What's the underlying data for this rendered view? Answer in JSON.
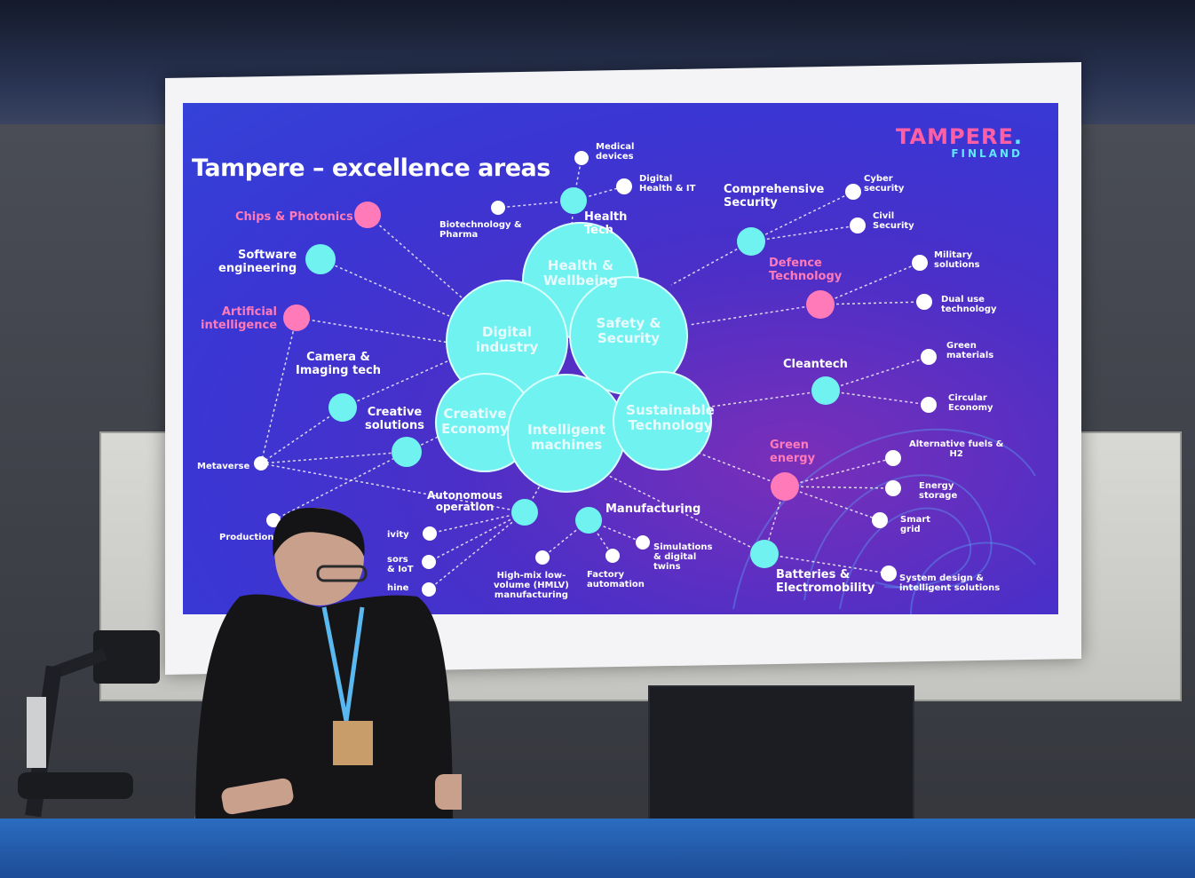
{
  "slide": {
    "title": "Tampere – excellence areas",
    "logo_main": "TAMPERE",
    "logo_dot": ".",
    "logo_sub": "FINLAND",
    "core_circles": [
      {
        "label": "Health &\nWellbeing"
      },
      {
        "label": "Digital\nindustry"
      },
      {
        "label": "Safety &\nSecurity"
      },
      {
        "label": "Creative\nEconomy"
      },
      {
        "label": "Intelligent\nmachines"
      },
      {
        "label": "Sustainable\nTechnology"
      }
    ],
    "labels": {
      "medical_devices": "Medical\ndevices",
      "digital_health_it": "Digital\nHealth & IT",
      "health_tech": "Health\nTech",
      "biotech_pharma": "Biotechnology &\nPharma",
      "chips_photonics": "Chips & Photonics",
      "software_engineering": "Software\nengineering",
      "artificial_intelligence": "Artificial\nintelligence",
      "camera_imaging": "Camera &\nImaging tech",
      "creative_solutions": "Creative\nsolutions",
      "metaverse": "Metaverse",
      "productions_ipr": "Productions & IPR",
      "comprehensive_security": "Comprehensive\nSecurity",
      "cyber_security": "Cyber\nsecurity",
      "civil_security": "Civil\nSecurity",
      "defence_technology": "Defence\nTechnology",
      "military_solutions": "Military\nsolutions",
      "dual_use": "Dual use\ntechnology",
      "cleantech": "Cleantech",
      "green_materials": "Green\nmaterials",
      "circular_economy": "Circular\nEconomy",
      "green_energy": "Green\nenergy",
      "alt_fuels": "Alternative fuels &\nH2",
      "energy_storage": "Energy\nstorage",
      "smart_grid": "Smart\ngrid",
      "batteries": "Batteries &\nElectromobility",
      "system_design": "System design &\nintelligent solutions",
      "autonomous_operation": "Autonomous\noperation",
      "manufacturing": "Manufacturing",
      "simulations": "Simulations\n& digital\ntwins",
      "factory_automation": "Factory\nautomation",
      "hmlv": "High-mix low-\nvolume (HMLV)\nmanufacturing",
      "partial_ivity": "ivity",
      "partial_sors": "sors\n& IoT",
      "partial_hine": "hine"
    }
  },
  "colors": {
    "slide_bg": "#3a36d4",
    "cyan": "#6ff2f0",
    "pink": "#ff7ab8",
    "white": "#ffffff"
  }
}
